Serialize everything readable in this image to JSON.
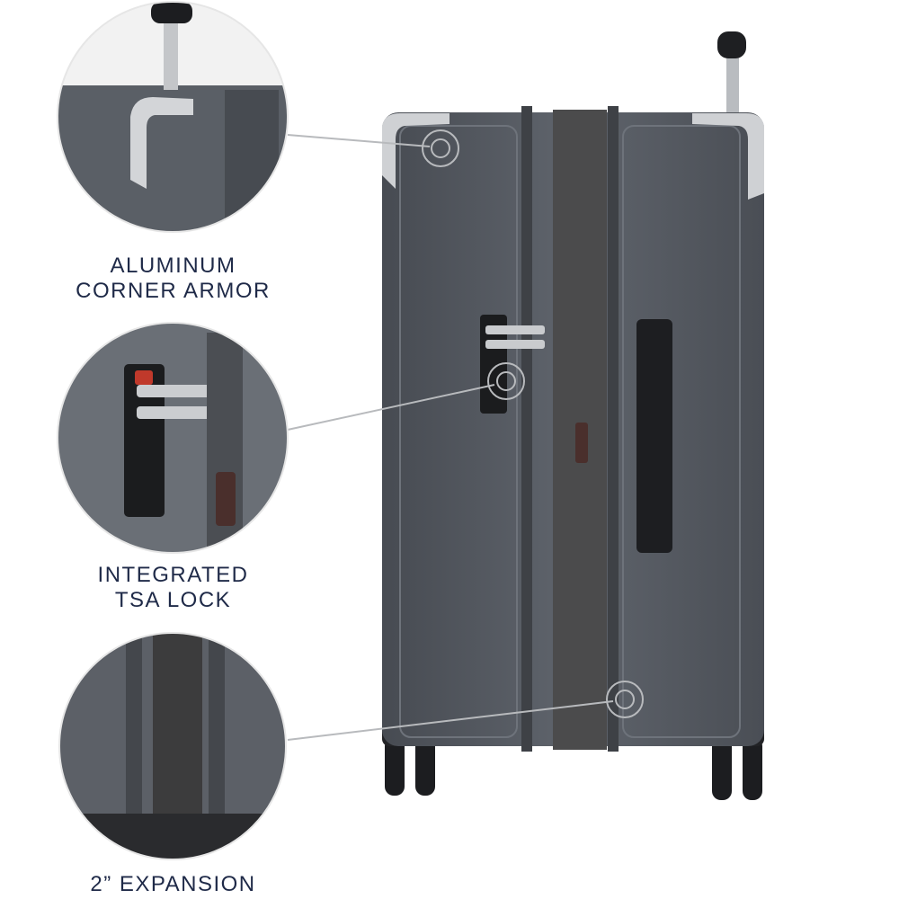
{
  "features": [
    {
      "label_line1": "ALUMINUM",
      "label_line2": "CORNER ARMOR",
      "icon": "corner-armor-closeup"
    },
    {
      "label_line1": "INTEGRATED",
      "label_line2": "TSA LOCK",
      "icon": "tsa-lock-closeup"
    },
    {
      "label_line1": "2” EXPANSION",
      "label_line2": "",
      "icon": "expansion-closeup"
    }
  ],
  "colors": {
    "text": "#1f2a48",
    "shell": "#5b6068",
    "expansion": "#4a4a4a",
    "aluminum": "#c9cbce"
  }
}
